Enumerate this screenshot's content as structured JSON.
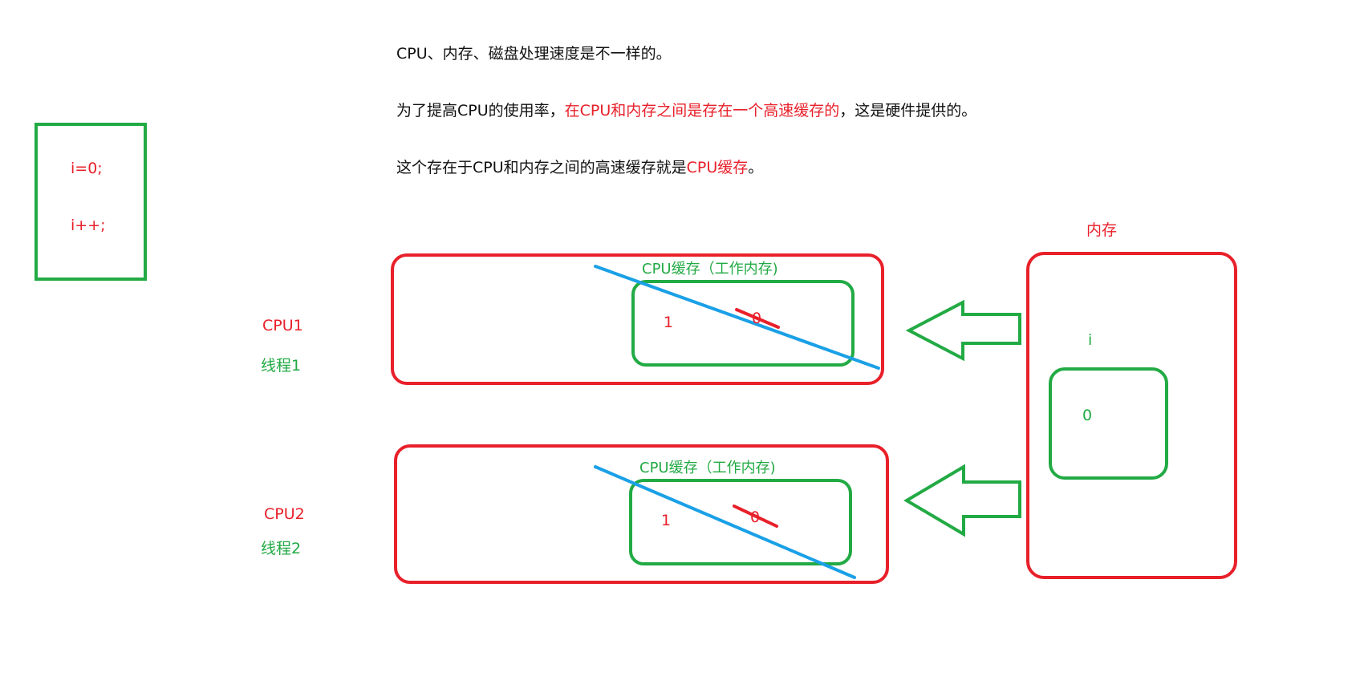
{
  "colors": {
    "red": "#e8202a",
    "green": "#22aa44",
    "blue": "#1aa0e6",
    "text": "#111111"
  },
  "notes": {
    "line1": "CPU、内存、磁盘处理速度是不一样的。",
    "line2_pre": "为了提高CPU的使用率，",
    "line2_red": "在CPU和内存之间是存在一个高速缓存的",
    "line2_post": "，这是硬件提供的。",
    "line3_pre": "这个存在于CPU和内存之间的高速缓存就是",
    "line3_red": "CPU缓存",
    "line3_post": "。"
  },
  "code": {
    "line1": "i=0;",
    "line2": "i++;"
  },
  "cpu1": {
    "name": "CPU1",
    "thread": "线程1",
    "cache_title": "CPU缓存（工作内存)",
    "new_value": "1",
    "old_value": "0"
  },
  "cpu2": {
    "name": "CPU2",
    "thread": "线程2",
    "cache_title": "CPU缓存（工作内存)",
    "new_value": "1",
    "old_value": "0"
  },
  "memory": {
    "title": "内存",
    "var_name": "i",
    "var_value": "0"
  }
}
